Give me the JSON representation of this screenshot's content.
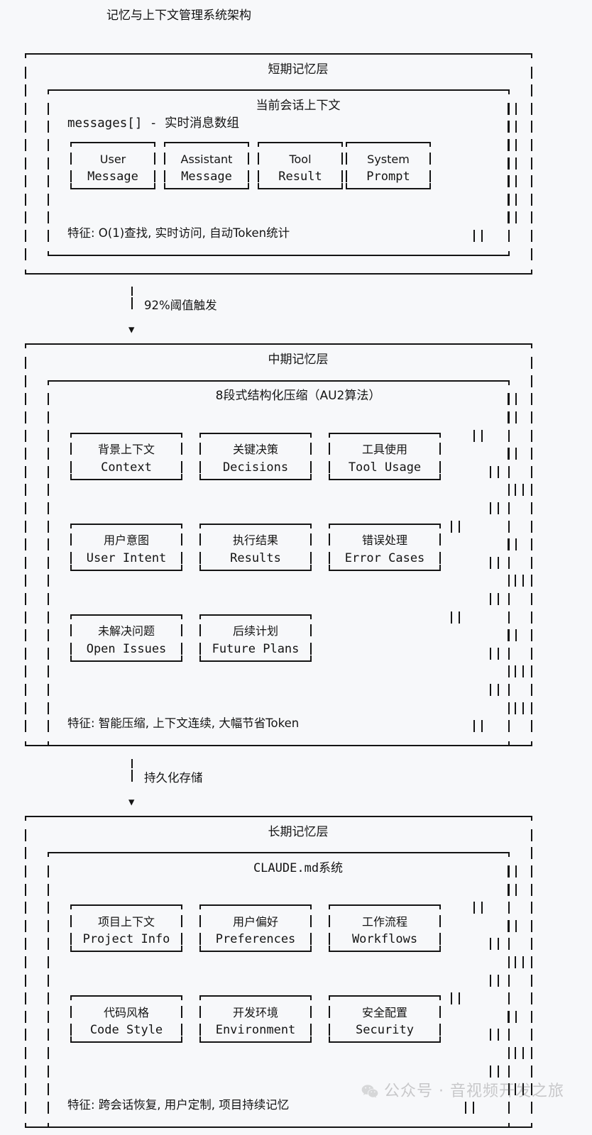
{
  "title": "记忆与上下文管理系统架构",
  "watermark": {
    "icon": "wechat-icon",
    "text": "公众号 · 音视频开发之旅"
  },
  "layers": [
    {
      "id": "short-term",
      "name": "短期记忆层",
      "subtitle": "当前会话上下文",
      "description": "messages[] - 实时消息数组",
      "boxes": [
        {
          "cn": "",
          "en": "User",
          "en2": "Message"
        },
        {
          "cn": "",
          "en": "Assistant",
          "en2": "Message"
        },
        {
          "cn": "",
          "en": "Tool",
          "en2": "Result"
        },
        {
          "cn": "",
          "en": "System",
          "en2": "Prompt"
        }
      ],
      "feature": "特征: O(1)查找, 实时访问, 自动Token统计"
    },
    {
      "id": "mid-term",
      "name": "中期记忆层",
      "subtitle": "8段式结构化压缩（AU2算法）",
      "description": "",
      "boxes": [
        {
          "cn": "背景上下文",
          "en": "Context"
        },
        {
          "cn": "关键决策",
          "en": "Decisions"
        },
        {
          "cn": "工具使用",
          "en": "Tool Usage"
        },
        {
          "cn": "用户意图",
          "en": "User Intent"
        },
        {
          "cn": "执行结果",
          "en": "Results"
        },
        {
          "cn": "错误处理",
          "en": "Error Cases"
        },
        {
          "cn": "未解决问题",
          "en": "Open Issues"
        },
        {
          "cn": "后续计划",
          "en": "Future Plans"
        }
      ],
      "feature": "特征: 智能压缩, 上下文连续, 大幅节省Token"
    },
    {
      "id": "long-term",
      "name": "长期记忆层",
      "subtitle": "CLAUDE.md系统",
      "description": "",
      "boxes": [
        {
          "cn": "项目上下文",
          "en": "Project Info"
        },
        {
          "cn": "用户偏好",
          "en": "Preferences"
        },
        {
          "cn": "工作流程",
          "en": "Workflows"
        },
        {
          "cn": "代码风格",
          "en": "Code Style"
        },
        {
          "cn": "开发环境",
          "en": "Environment"
        },
        {
          "cn": "安全配置",
          "en": "Security"
        }
      ],
      "feature": "特征: 跨会话恢复, 用户定制, 项目持续记忆"
    }
  ],
  "connectors": [
    {
      "id": "short-to-mid",
      "label": "92%阈值触发",
      "arrow": "▼"
    },
    {
      "id": "mid-to-long",
      "label": "持久化存储",
      "arrow": "▼"
    }
  ],
  "ascii": {
    "block_short": [
      "┌──────────────────────────────────────────────────────────────────┐",
      "│                            短期记忆层                            │",
      "│ ┌──────────────────────────────────────────────────────────────┐ │",
      "│ │                    当前会话上下文                            │ │",
      "│ │  messages[] - 实时消息数组                                   │ │",
      "│ │  ┌─────────┐ ┌─────────┐ ┌─────────┐ ┌─────────┐             │ │",
      "│ │  │ User    │ │Assistant│ │  Tool   │ │ System  │             │ │",
      "│ │  │ Message │ │ Message │ │ Result  │ │ Prompt  │             │ │",
      "│ │  └─────────┘ └─────────┘ └─────────┘ └─────────┘             │ │",
      "│ │                                                              │ │",
      "│ │  特征: O(1)查找, 实时访问, 自动Token统计                     │ │",
      "│ └──────────────────────────────────────────────────────────────┘ │",
      "└──────────────────────────────────────────────────────────────────┘"
    ],
    "conn_1": [
      "              │ 92%阈值触发",
      "              ▼"
    ],
    "block_mid": [
      "┌──────────────────────────────────────────────────────────────────┐",
      "│                            中期记忆层                            │",
      "│ ┌──────────────────────────────────────────────────────────────┐ │",
      "│ │                 8段式结构化压缩（AU2算法）                   │ │",
      "│ │                                                              │ │",
      "│ │  ┌────────────┐ ┌────────────┐ ┌────────────┐                │ │",
      "│ │  │  背景上下文  │ │  关键决策   │ │  工具使用   │              │ │",
      "│ │  │  Context   │ │ Decisions  │ │ Tool Usage │                │ │",
      "│ │  └────────────┘ └────────────┘ └────────────┘                │ │",
      "│ │                                                              │ │",
      "│ │  ┌────────────┐ ┌────────────┐ ┌────────────┐                │ │",
      "│ │  │  用户意图   │ │  执行结果   │ │  错误处理   │               │ │",
      "│ │  │ User Intent│ │  Results   │ │ Error Cases│                │ │",
      "│ │  └────────────┘ └────────────┘ └────────────┘                │ │",
      "│ │                                                              │ │",
      "│ │  ┌────────────┐ ┌────────────┐                               │ │",
      "│ │  │  未解决问题  │ │  后续计划   │                             │ │",
      "│ │  │ Open Issues│ │Future Plans│                               │ │",
      "│ │  └────────────┘ └────────────┘                               │ │",
      "│ │                                                              │ │",
      "│ │  特征: 智能压缩, 上下文连续, 大幅节省Token                   │ │",
      "│ └──────────────────────────────────────────────────────────────┘ │",
      "└──────────────────────────────────────────────────────────────────┘"
    ],
    "conn_2": [
      "              │ 持久化存储",
      "              ▼"
    ],
    "block_long": [
      "┌──────────────────────────────────────────────────────────────────┐",
      "│                            长期记忆层                            │",
      "│ ┌──────────────────────────────────────────────────────────────┐ │",
      "│ │                       CLAUDE.md系统                          │ │",
      "│ │                                                              │ │",
      "│ │  ┌────────────┐ ┌────────────┐ ┌────────────┐                │ │",
      "│ │  │  项目上下文  │ │  用户偏好   │ │ 工作流程    │              │ │",
      "│ │  │Project Info│ │Preferences │ │ Workflows  │                │ │",
      "│ │  └────────────┘ └────────────┘ └────────────┘                │ │",
      "│ │                                                              │ │",
      "│ │  ┌────────────┐ ┌────────────┐ ┌────────────┐                │ │",
      "│ │  │  代码风格   │ │  开发环境   │ │ 安全配置    │              │ │",
      "│ │  │ Code Style │ │Environment │ │ Security   │                │ │",
      "│ │  └────────────┘ └────────────┘ └────────────┘                │ │",
      "│ │                                                              │ │",
      "│ │  特征: 跨会话恢复, 用户定制, 项目持续记忆                    │ │",
      "│ └──────────────────────────────────────────────────────────────┘ │",
      "└──────────────────────────────────────────────────────────────────┘"
    ]
  }
}
